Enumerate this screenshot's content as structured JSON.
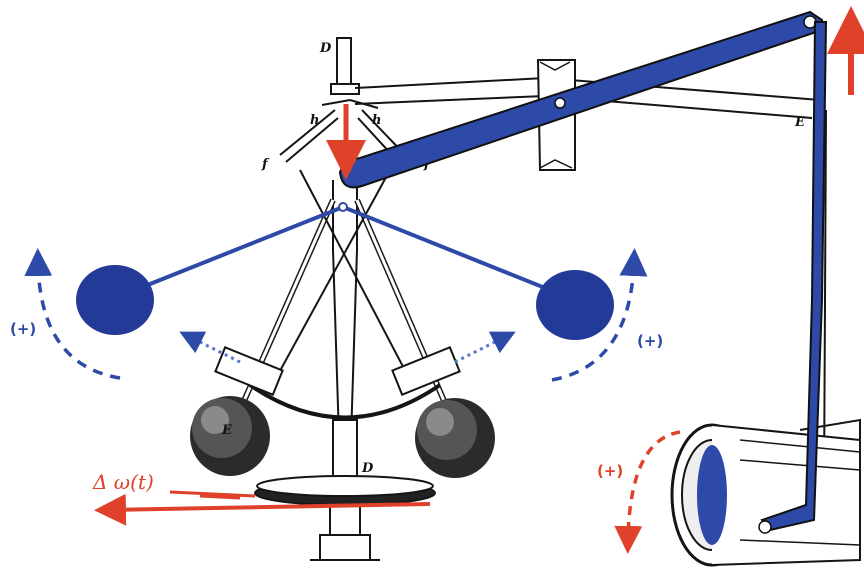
{
  "labels": {
    "left_plus": "(+)",
    "right_plus": "(+)",
    "wheel_plus": "(+)",
    "delta_omega": "Δ ω(t)"
  },
  "engraving_letters": {
    "top": "D",
    "lever_left": "h",
    "lever_right": "h",
    "link_left": "f",
    "link_right": "f",
    "beam_end": "E",
    "ball_left": "E",
    "spindle": "D"
  },
  "colors": {
    "overlay_blue": "#2e4aa8",
    "ball_blue": "#233a99",
    "arrow_red": "#e0412a",
    "engraving": "#151515"
  }
}
